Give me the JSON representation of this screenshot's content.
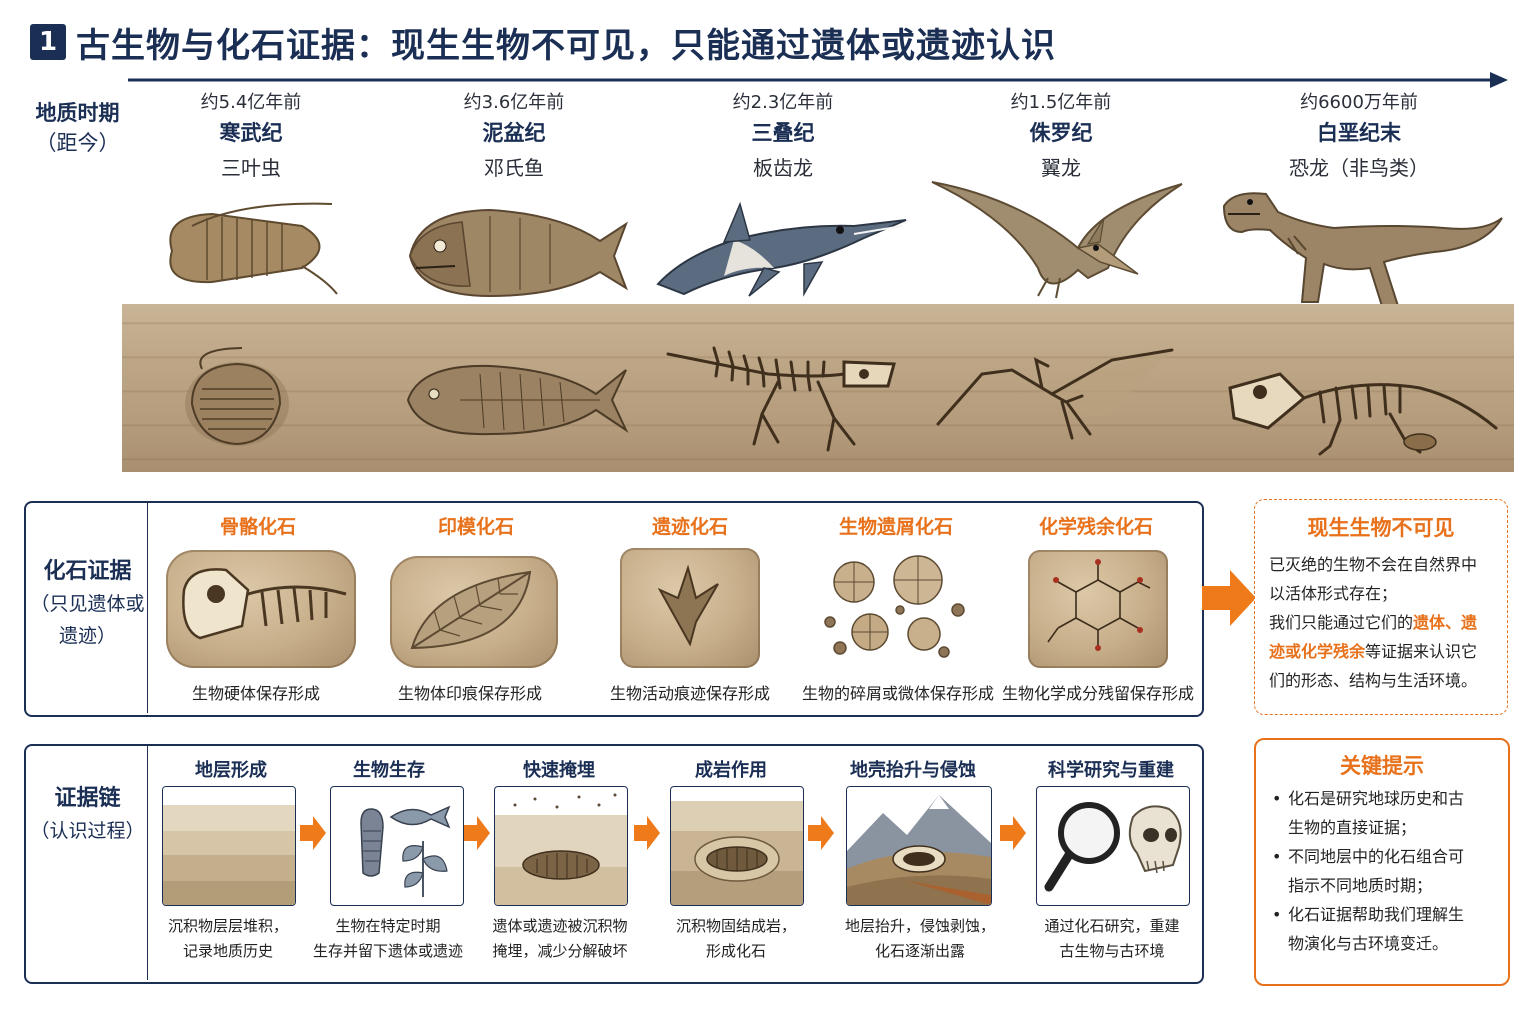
{
  "header": {
    "badge": "1",
    "title": "古生物与化石证据：现生生物不可见，只能通过遗体或遗迹认识"
  },
  "geo": {
    "label_main": "地质时期",
    "label_sub": "（距今）",
    "periods": [
      {
        "time": "约5.4亿年前",
        "name": "寒武纪",
        "organism": "三叶虫"
      },
      {
        "time": "约3.6亿年前",
        "name": "泥盆纪",
        "organism": "邓氏鱼"
      },
      {
        "time": "约2.3亿年前",
        "name": "三叠纪",
        "organism": "板齿龙"
      },
      {
        "time": "约1.5亿年前",
        "name": "侏罗纪",
        "organism": "翼龙"
      },
      {
        "time": "约6600万年前",
        "name": "白垩纪末",
        "organism": "恐龙（非鸟类）"
      }
    ]
  },
  "evidence": {
    "label_main": "化石证据",
    "label_sub1": "（只见遗体或",
    "label_sub2": "遗迹）",
    "types": [
      {
        "title": "骨骼化石",
        "desc": "生物硬体保存形成"
      },
      {
        "title": "印模化石",
        "desc": "生物体印痕保存形成"
      },
      {
        "title": "遗迹化石",
        "desc": "生物活动痕迹保存形成"
      },
      {
        "title": "生物遗屑化石",
        "desc": "生物的碎屑或微体保存形成"
      },
      {
        "title": "化学残余化石",
        "desc": "生物化学成分残留保存形成"
      }
    ]
  },
  "chain": {
    "label_main": "证据链",
    "label_sub": "（认识过程）",
    "steps": [
      {
        "title": "地层形成",
        "desc1": "沉积物层层堆积，",
        "desc2": "记录地质历史"
      },
      {
        "title": "生物生存",
        "desc1": "生物在特定时期",
        "desc2": "生存并留下遗体或遗迹"
      },
      {
        "title": "快速掩埋",
        "desc1": "遗体或遗迹被沉积物",
        "desc2": "掩埋，减少分解破坏"
      },
      {
        "title": "成岩作用",
        "desc1": "沉积物固结成岩，",
        "desc2": "形成化石"
      },
      {
        "title": "地壳抬升与侵蚀",
        "desc1": "地层抬升，侵蚀剥蚀，",
        "desc2": "化石逐渐出露"
      },
      {
        "title": "科学研究与重建",
        "desc1": "通过化石研究，重建",
        "desc2": "古生物与古环境"
      }
    ]
  },
  "invisible": {
    "title": "现生生物不可见",
    "line1": "已灭绝的生物不会在自然界中",
    "line2": "以活体形式存在；",
    "line3_a": "我们只能通过它们的",
    "line3_hl": "遗体、遗",
    "line4_hl": "迹或化学残余",
    "line4_b": "等证据来认识它",
    "line5": "们的形态、结构与生活环境。"
  },
  "tips": {
    "title": "关键提示",
    "items": [
      {
        "l1": "化石是研究地球历史和古",
        "l2": "生物的直接证据；"
      },
      {
        "l1": "不同地层中的化石组合可",
        "l2": "指示不同地质时期；"
      },
      {
        "l1": "化石证据帮助我们理解生",
        "l2": "物演化与古环境变迁。"
      }
    ]
  },
  "colors": {
    "navy": "#1b2f55",
    "orange": "#e8721c",
    "soil": "#bda686"
  }
}
